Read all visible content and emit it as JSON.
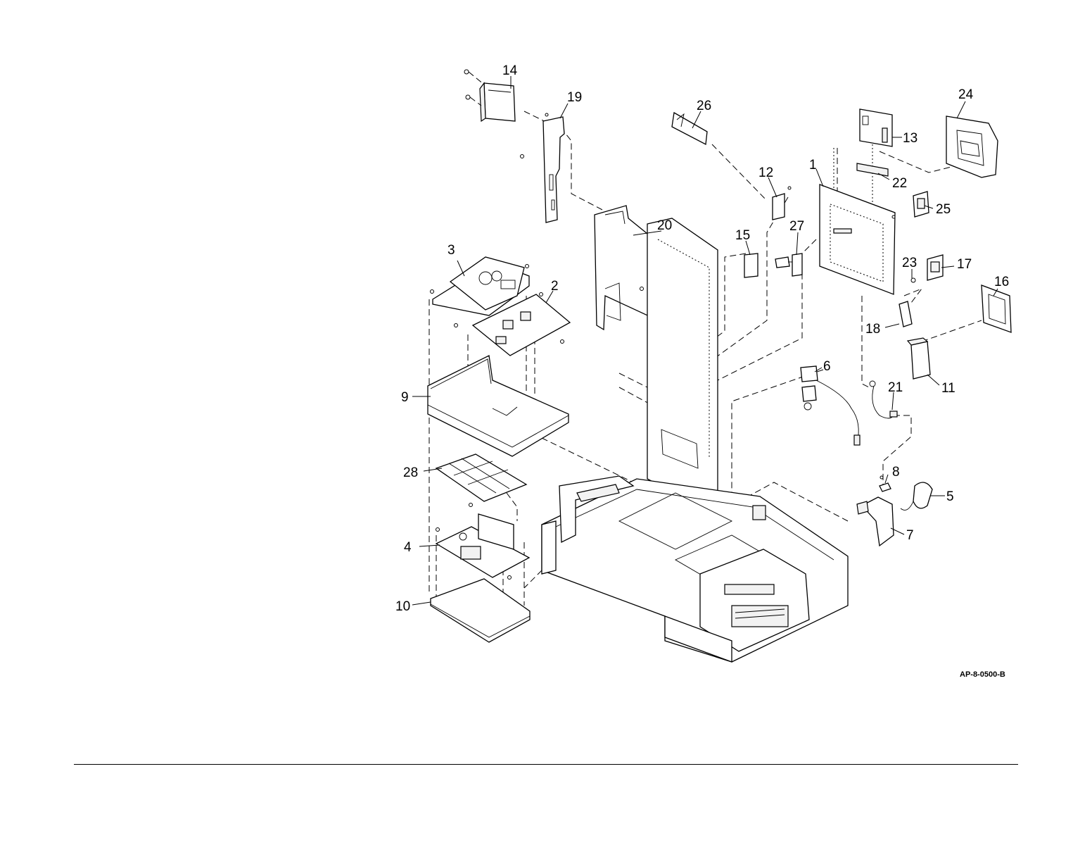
{
  "figure_id": "AP-8-0500-B",
  "callouts": [
    "1",
    "2",
    "3",
    "4",
    "5",
    "6",
    "7",
    "8",
    "9",
    "10",
    "11",
    "12",
    "13",
    "14",
    "15",
    "16",
    "17",
    "18",
    "19",
    "20",
    "21",
    "22",
    "23",
    "24",
    "25",
    "26",
    "27",
    "28"
  ]
}
